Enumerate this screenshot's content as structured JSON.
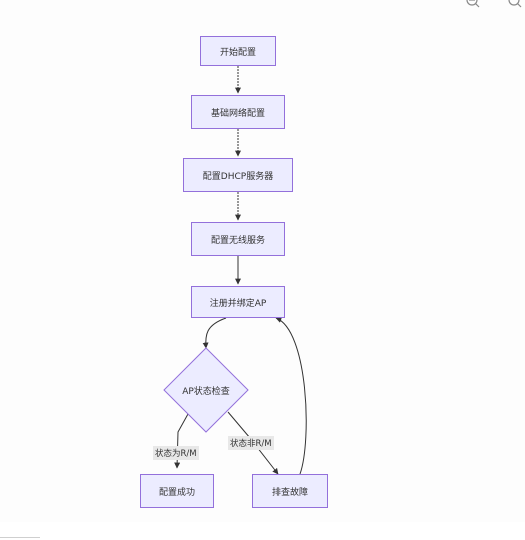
{
  "diagram": {
    "nodes": {
      "start": "开始配置",
      "basic_net": "基础网络配置",
      "dhcp": "配置DHCP服务器",
      "wireless": "配置无线服务",
      "register": "注册并绑定AP",
      "check": "AP状态检查",
      "success": "配置成功",
      "troubleshoot": "排查故障"
    },
    "edge_labels": {
      "status_rm": "状态为R/M",
      "status_not_rm": "状态非R/M"
    },
    "colors": {
      "node_fill": "#ececff",
      "node_stroke": "#9370db",
      "edge": "#333333"
    }
  },
  "toolbar": {
    "zoom_out_icon": "zoom-out-icon",
    "zoom_in_icon": "zoom-in-icon"
  }
}
